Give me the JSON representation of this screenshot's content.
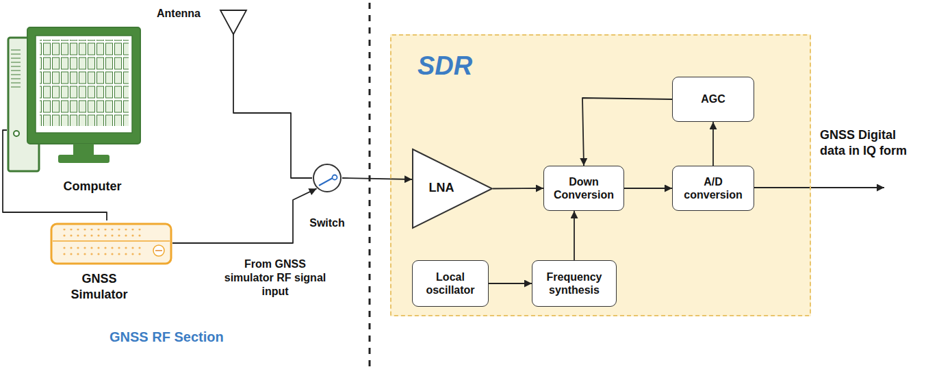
{
  "diagram": {
    "nodes": [
      {
        "text": [
          "Computer"
        ]
      },
      {
        "text": [
          "GNSS Simulator"
        ]
      },
      {
        "text": [
          "Antenna"
        ]
      },
      {
        "text": [
          "Switch"
        ]
      },
      {
        "text": [
          "SDR"
        ]
      },
      {
        "text": [
          "LNA"
        ],
        "in": 4
      },
      {
        "text": [
          "Down Conversion"
        ],
        "in": 4
      },
      {
        "text": [
          "A/D conversion"
        ],
        "in": 4
      },
      {
        "text": [
          "AGC"
        ],
        "in": 4
      },
      {
        "text": [
          "Local oscillator"
        ],
        "in": 4
      },
      {
        "text": [
          "Frequency synthesis"
        ],
        "in": 4
      }
    ],
    "edges": [
      {
        "from": 0,
        "to": 1,
        "arrow": "none"
      },
      {
        "from": 1,
        "to": 3,
        "arrow": "to"
      },
      {
        "from": 2,
        "to": 3,
        "arrow": "none"
      },
      {
        "from": 3,
        "to": 5,
        "arrow": "to"
      },
      {
        "from": 5,
        "to": 6,
        "arrow": "to"
      },
      {
        "from": 6,
        "to": 7,
        "arrow": "to"
      },
      {
        "from": 7,
        "to": 8,
        "arrow": "to"
      },
      {
        "from": 8,
        "to": 6,
        "arrow": "to"
      },
      {
        "from": 9,
        "to": 10,
        "arrow": "to"
      },
      {
        "from": 10,
        "to": 6,
        "arrow": "to"
      }
    ],
    "labels": [
      "From GNSS simulator RF signal input",
      "GNSS Digital data in IQ form",
      "GNSS RF Section"
    ]
  }
}
